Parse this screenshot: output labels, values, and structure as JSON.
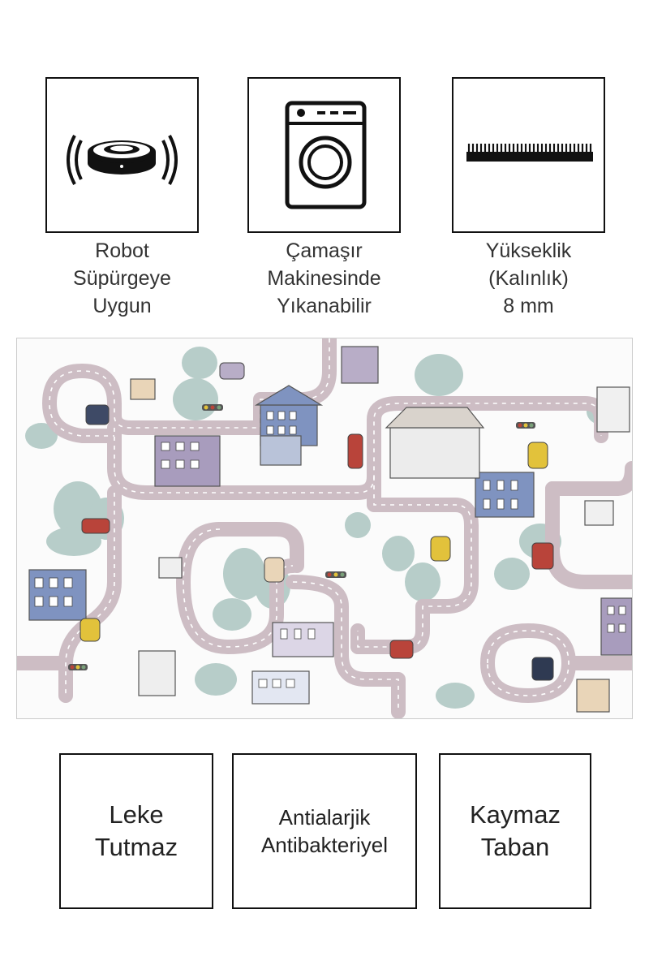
{
  "features_top": [
    {
      "icon": "robot-vacuum-icon",
      "lines": [
        "Robot",
        "Süpürgeye",
        "Uygun"
      ]
    },
    {
      "icon": "washing-machine-icon",
      "lines": [
        "Çamaşır",
        "Makinesinde",
        "Yıkanabilir"
      ]
    },
    {
      "icon": "pile-height-icon",
      "lines": [
        "Yükseklik",
        "(Kalınlık)",
        "8 mm"
      ]
    }
  ],
  "features_bottom": [
    {
      "lines": [
        "Leke",
        "Tutmaz"
      ]
    },
    {
      "lines": [
        "Antialarjik",
        "Antibakteriyel"
      ]
    },
    {
      "lines": [
        "Kaymaz",
        "Taban"
      ]
    }
  ],
  "colors": {
    "road": "#cdbdc4",
    "road_dash": "#ffffff",
    "tree": "#b4ccc8",
    "house_blue": "#7f93c0",
    "house_purple": "#a89cbd",
    "car_red": "#b9443a",
    "car_yellow": "#e2c23b"
  }
}
